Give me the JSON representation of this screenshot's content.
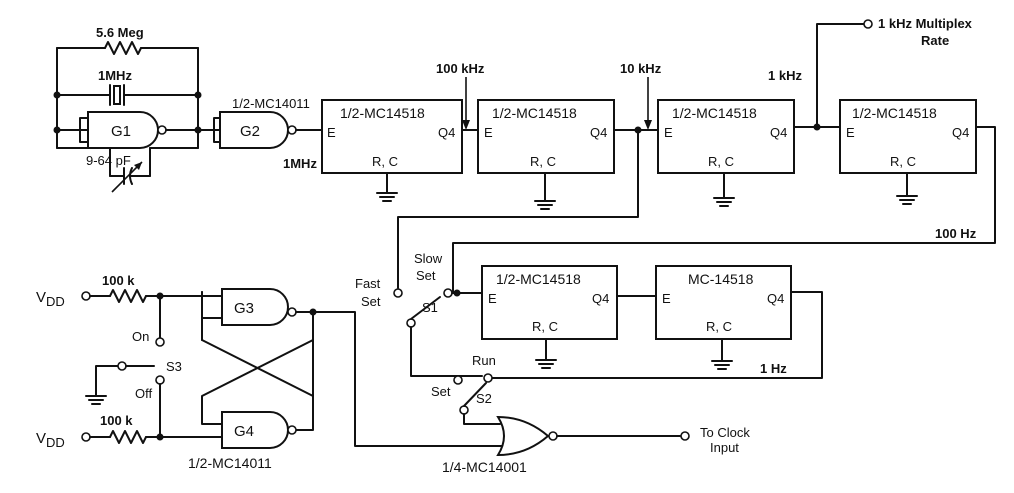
{
  "colors": {
    "ink": "#111111",
    "background": "#ffffff"
  },
  "osc": {
    "resistor": "5.6 Meg",
    "crystal": "1MHz",
    "gate1": "G1",
    "gate2": "G2",
    "cap": "9-64 pF",
    "g2_part": "1/2-MC14011",
    "out_freq": "1MHz"
  },
  "counters": [
    {
      "part": "1/2-MC14518",
      "enable": "E",
      "q4": "Q4",
      "rc": "R, C"
    },
    {
      "part": "1/2-MC14518",
      "enable": "E",
      "q4": "Q4",
      "rc": "R, C"
    },
    {
      "part": "1/2-MC14518",
      "enable": "E",
      "q4": "Q4",
      "rc": "R, C"
    },
    {
      "part": "1/2-MC14518",
      "enable": "E",
      "q4": "Q4",
      "rc": "R, C"
    },
    {
      "part": "1/2-MC14518",
      "enable": "E",
      "q4": "Q4",
      "rc": "R, C"
    },
    {
      "part": "MC-14518",
      "enable": "E",
      "q4": "Q4",
      "rc": "R, C"
    }
  ],
  "freq": {
    "f100k": "100 kHz",
    "f10k": "10 kHz",
    "f1k": "1 kHz",
    "mux_line1": "1 kHz Multiplex",
    "mux_line2": "Rate",
    "f100": "100 Hz",
    "f1": "1 Hz"
  },
  "switches": {
    "slow": "Slow",
    "set": "Set",
    "fast": "Fast",
    "s1": "S1",
    "run": "Run",
    "s2": "S2",
    "on": "On",
    "off": "Off",
    "s3": "S3"
  },
  "latch": {
    "vdd": "V",
    "vdd_sub": "DD",
    "r_top": "100 k",
    "r_bot": "100 k",
    "g3": "G3",
    "g4": "G4",
    "part": "1/2-MC14011"
  },
  "nor": {
    "part": "1/4-MC14001",
    "out_line1": "To Clock",
    "out_line2": "Input"
  }
}
